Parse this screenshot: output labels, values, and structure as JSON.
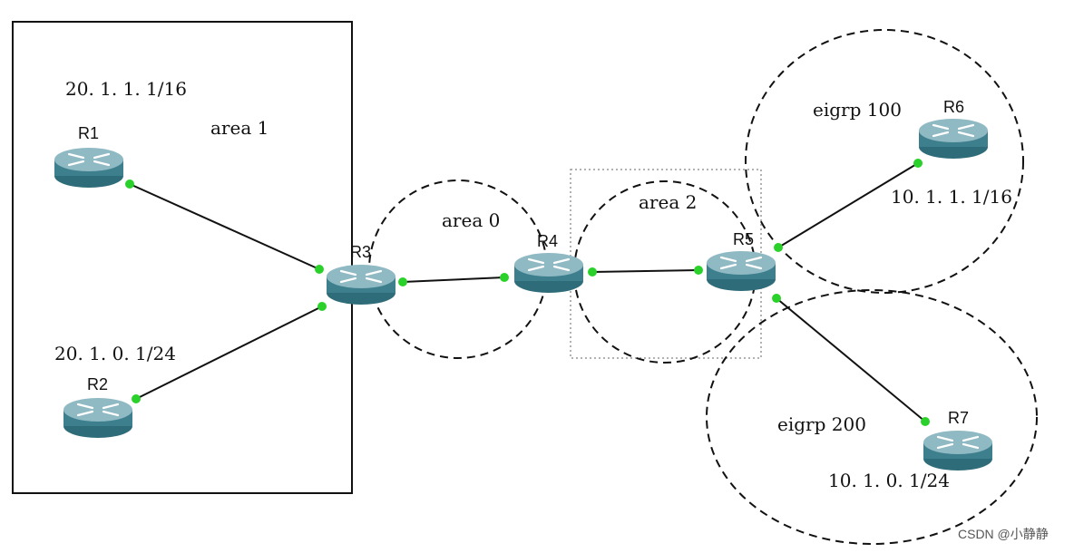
{
  "routers": {
    "r1": "R1",
    "r2": "R2",
    "r3": "R3",
    "r4": "R4",
    "r5": "R5",
    "r6": "R6",
    "r7": "R7"
  },
  "areas": {
    "area1": "area 1",
    "area0": "area 0",
    "area2": "area 2",
    "eigrp100": "eigrp 100",
    "eigrp200": "eigrp 200"
  },
  "addresses": {
    "r1_net": "20. 1. 1. 1/16",
    "r2_net": "20. 1. 0. 1/24",
    "r6_net": "10. 1. 1. 1/16",
    "r7_net": "10. 1. 0. 1/24"
  },
  "watermark": "CSDN @小静静",
  "bottom_caption": "",
  "colors": {
    "router_top": "#8fb9c3",
    "router_body": "#3e7f8d",
    "link_dot": "#2ad12a",
    "caption": "#d9531e"
  }
}
